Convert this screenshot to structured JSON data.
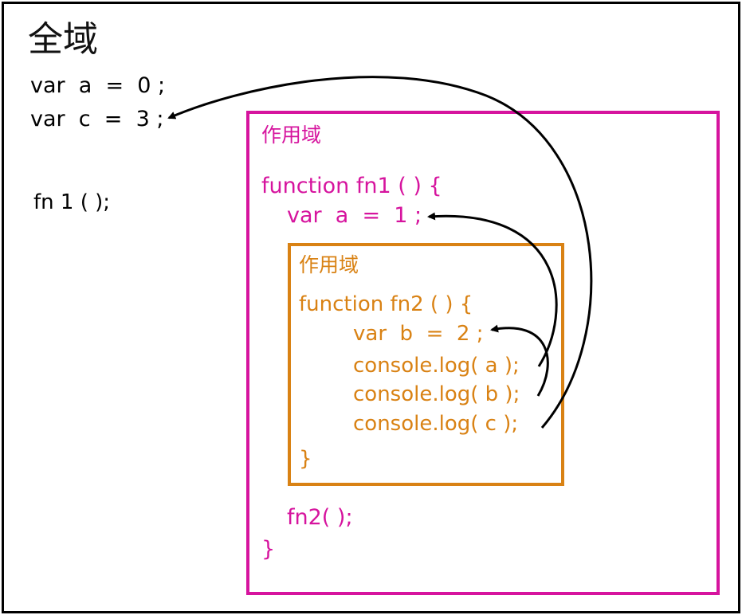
{
  "global": {
    "title": "全域",
    "line_var_a": "var  a  =  0 ;",
    "line_var_c": "var  c  =  3 ;",
    "line_call_fn1": "fn 1 ( );"
  },
  "fn1_scope": {
    "label": "作用域",
    "line_def": "function fn1 ( ) {",
    "line_var_a": "var  a  =  1 ;",
    "line_call_fn2": "fn2( );",
    "line_close": "}",
    "color": "#d6149e"
  },
  "fn2_scope": {
    "label": "作用域",
    "line_def": "function fn2 ( ) {",
    "line_var_b": "var  b  =  2 ;",
    "line_log_a": "console.log( a );",
    "line_log_b": "console.log( b );",
    "line_log_c": "console.log( c );",
    "line_close": "}",
    "color": "#d98214"
  }
}
